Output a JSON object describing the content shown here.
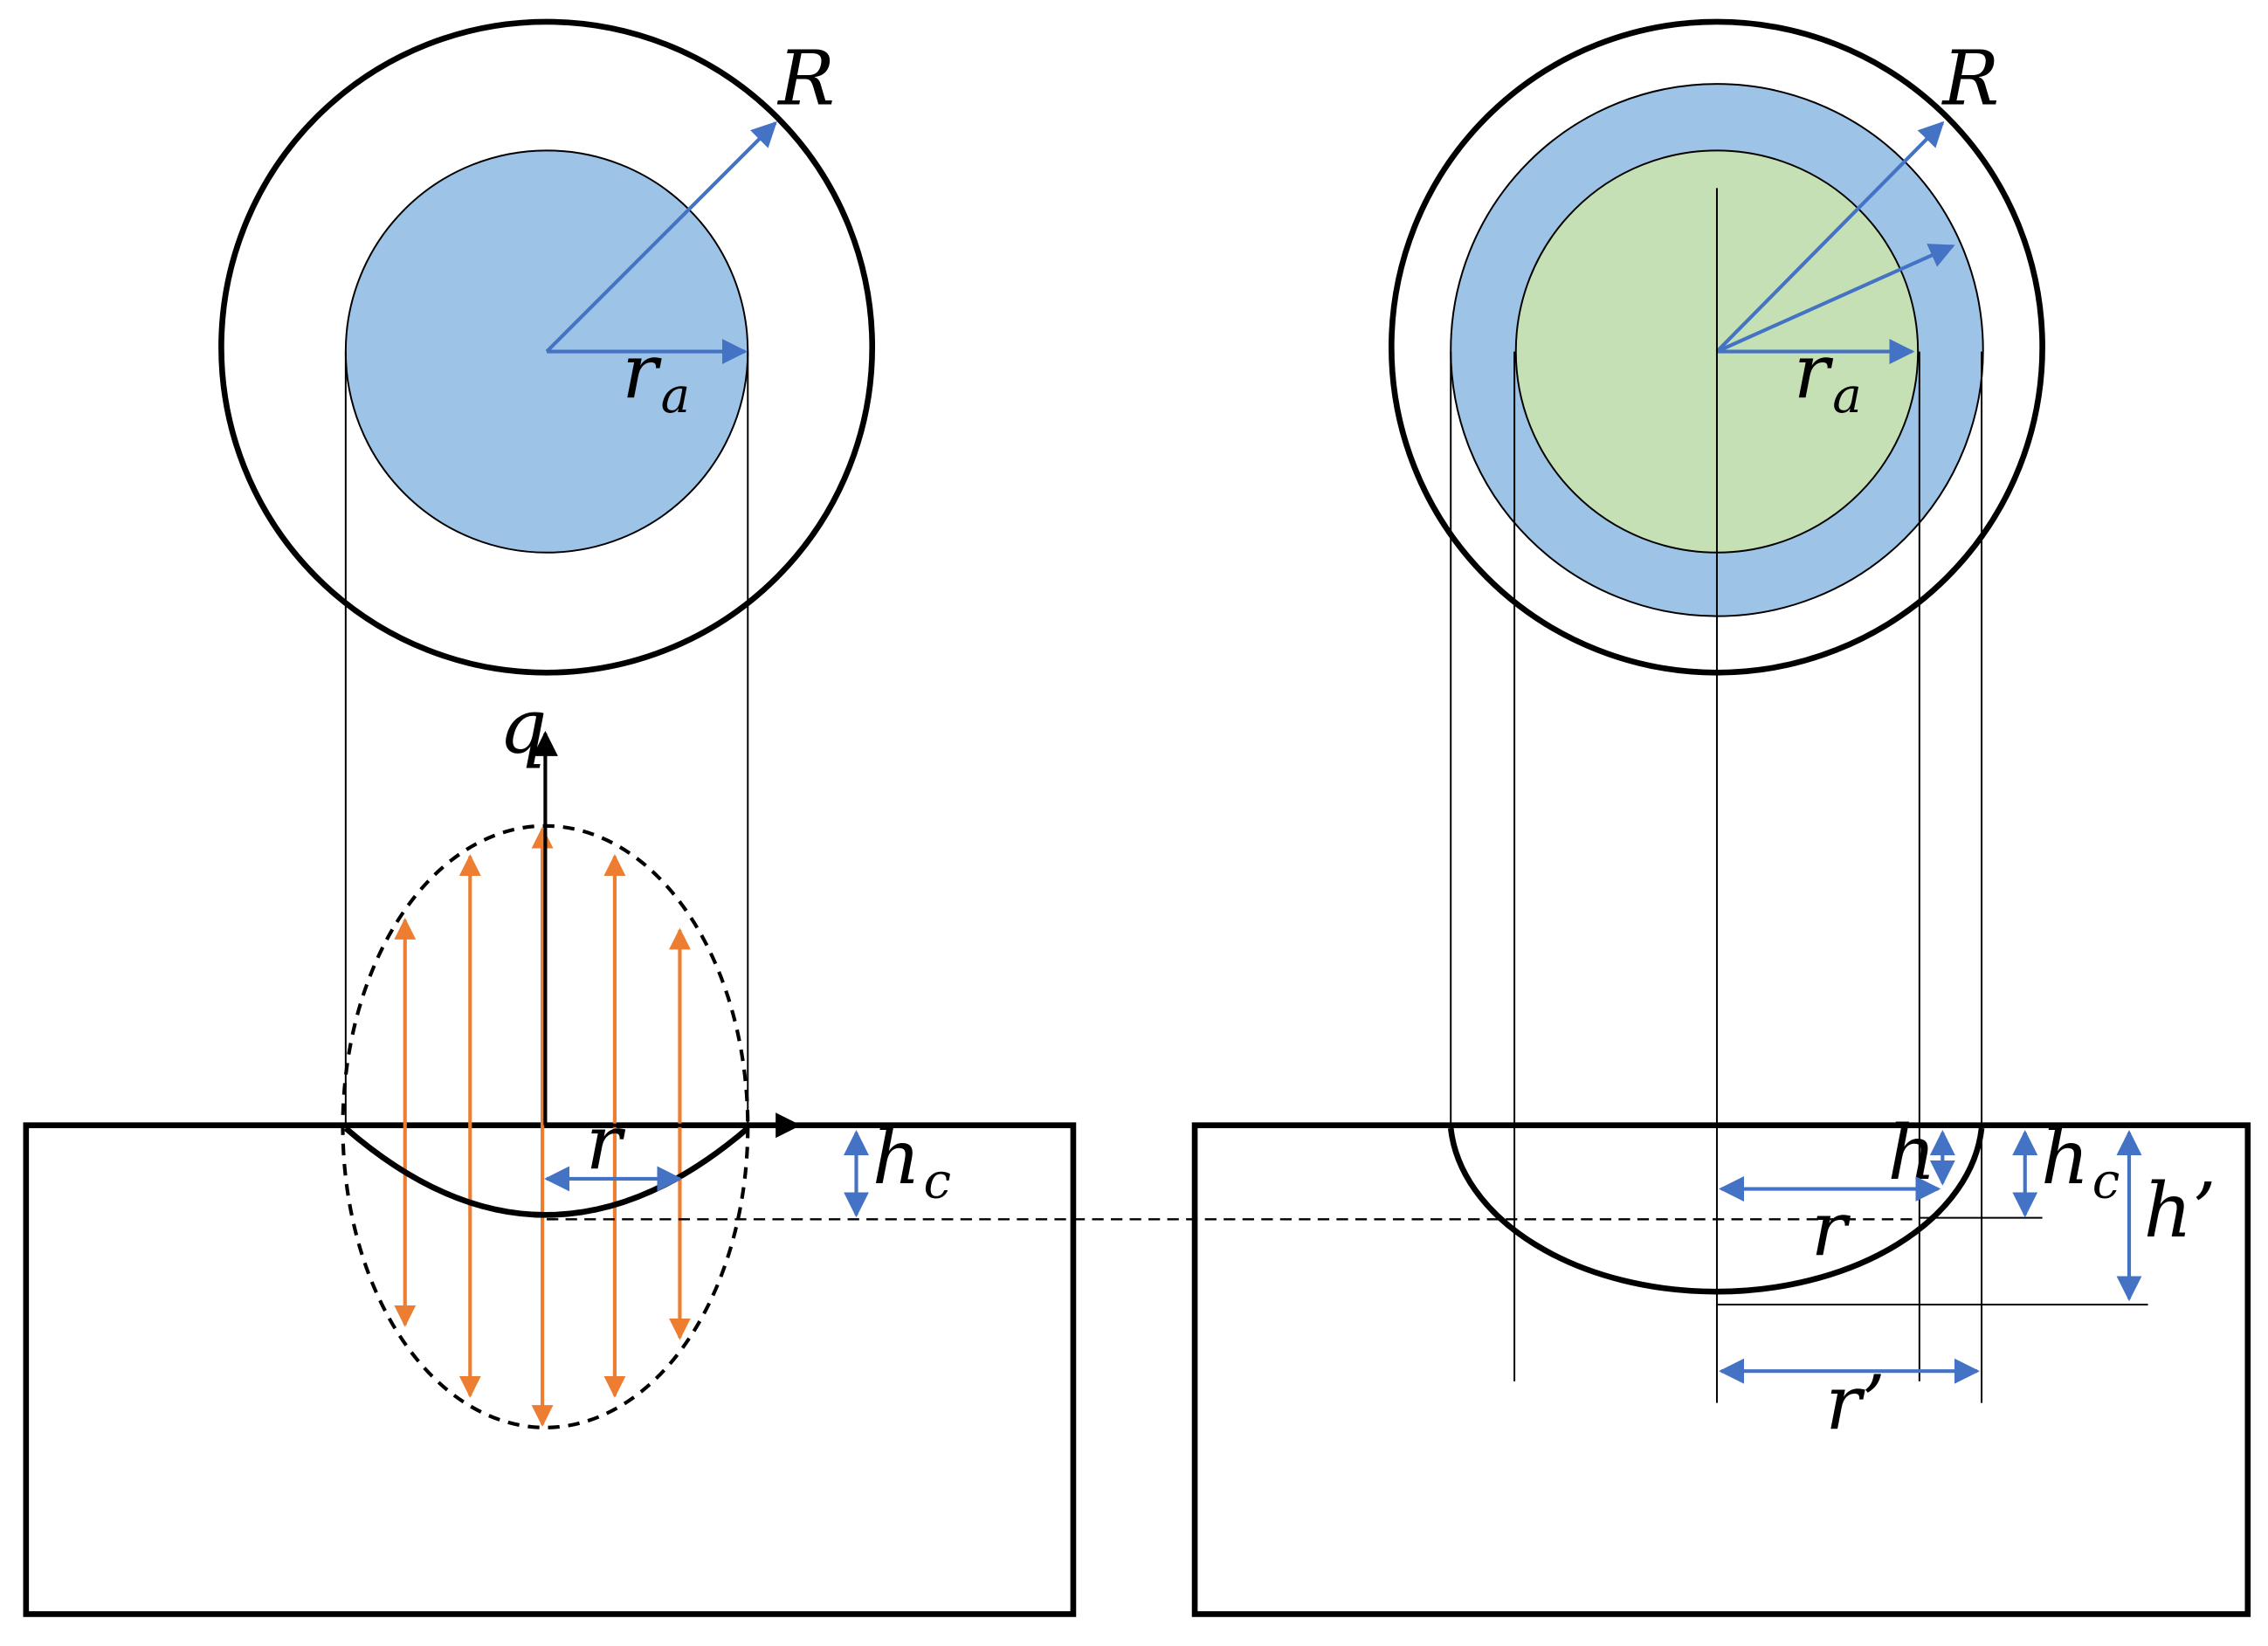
{
  "labels": {
    "R_left": "R",
    "ra_left_main": "r",
    "ra_left_sub": "a",
    "q": "q",
    "r_left": "r",
    "hc_left_main": "h",
    "hc_left_sub": "c",
    "R_right": "R",
    "ra_right_main": "r",
    "ra_right_sub": "a",
    "h_right": "h",
    "hc_right_main": "h",
    "hc_right_sub": "c",
    "hprime": "h’",
    "r_right": "r",
    "rprime": "r’"
  },
  "colors": {
    "blue_fill": "#9dc3e6",
    "green_fill": "#c5e0b4",
    "arrow_blue": "#4472c4",
    "arrow_orange": "#ed7d31",
    "stroke": "#000000"
  }
}
